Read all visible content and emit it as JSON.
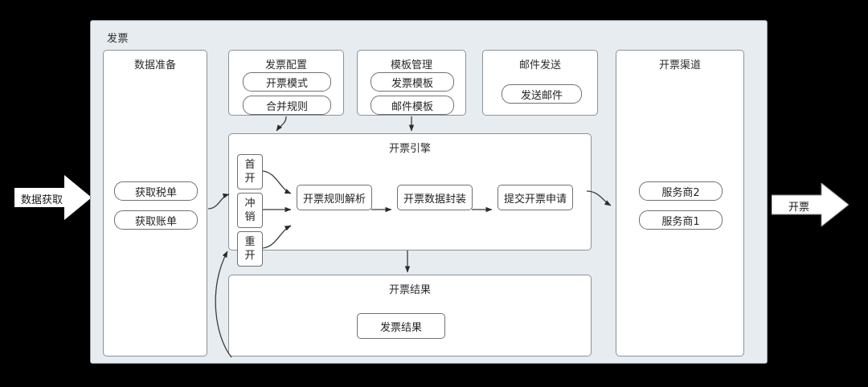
{
  "diagram": {
    "title": "发票",
    "background_color": "#000000",
    "container_fill": "#e7ecf0",
    "panel_fill": "#ffffff",
    "stroke_color": "#6e7276"
  },
  "inbound_arrow": {
    "label": "数据获取"
  },
  "outbound_arrow": {
    "label": "开票"
  },
  "panels": {
    "data_prep": {
      "title": "数据准备",
      "items": [
        {
          "label": "获取税单"
        },
        {
          "label": "获取账单"
        }
      ]
    },
    "invoice_config": {
      "title": "发票配置",
      "items": [
        {
          "label": "开票模式"
        },
        {
          "label": "合并规则"
        }
      ]
    },
    "template_mgmt": {
      "title": "模板管理",
      "items": [
        {
          "label": "发票模板"
        },
        {
          "label": "邮件模板"
        }
      ]
    },
    "mail_send": {
      "title": "邮件发送",
      "items": [
        {
          "label": "发送邮件"
        }
      ]
    },
    "channel": {
      "title": "开票渠道",
      "items": [
        {
          "label": "服务商2"
        },
        {
          "label": "服务商1"
        }
      ]
    },
    "engine": {
      "title": "开票引擎",
      "triggers": [
        {
          "label": "首开",
          "char1": "首",
          "char2": "开"
        },
        {
          "label": "冲销",
          "char1": "冲",
          "char2": "销"
        },
        {
          "label": "重开",
          "char1": "重",
          "char2": "开"
        }
      ],
      "steps": [
        {
          "label": "开票规则解析"
        },
        {
          "label": "开票数据封装"
        },
        {
          "label": "提交开票申请"
        }
      ]
    },
    "result": {
      "title": "开票结果",
      "items": [
        {
          "label": "发票结果"
        }
      ]
    }
  }
}
